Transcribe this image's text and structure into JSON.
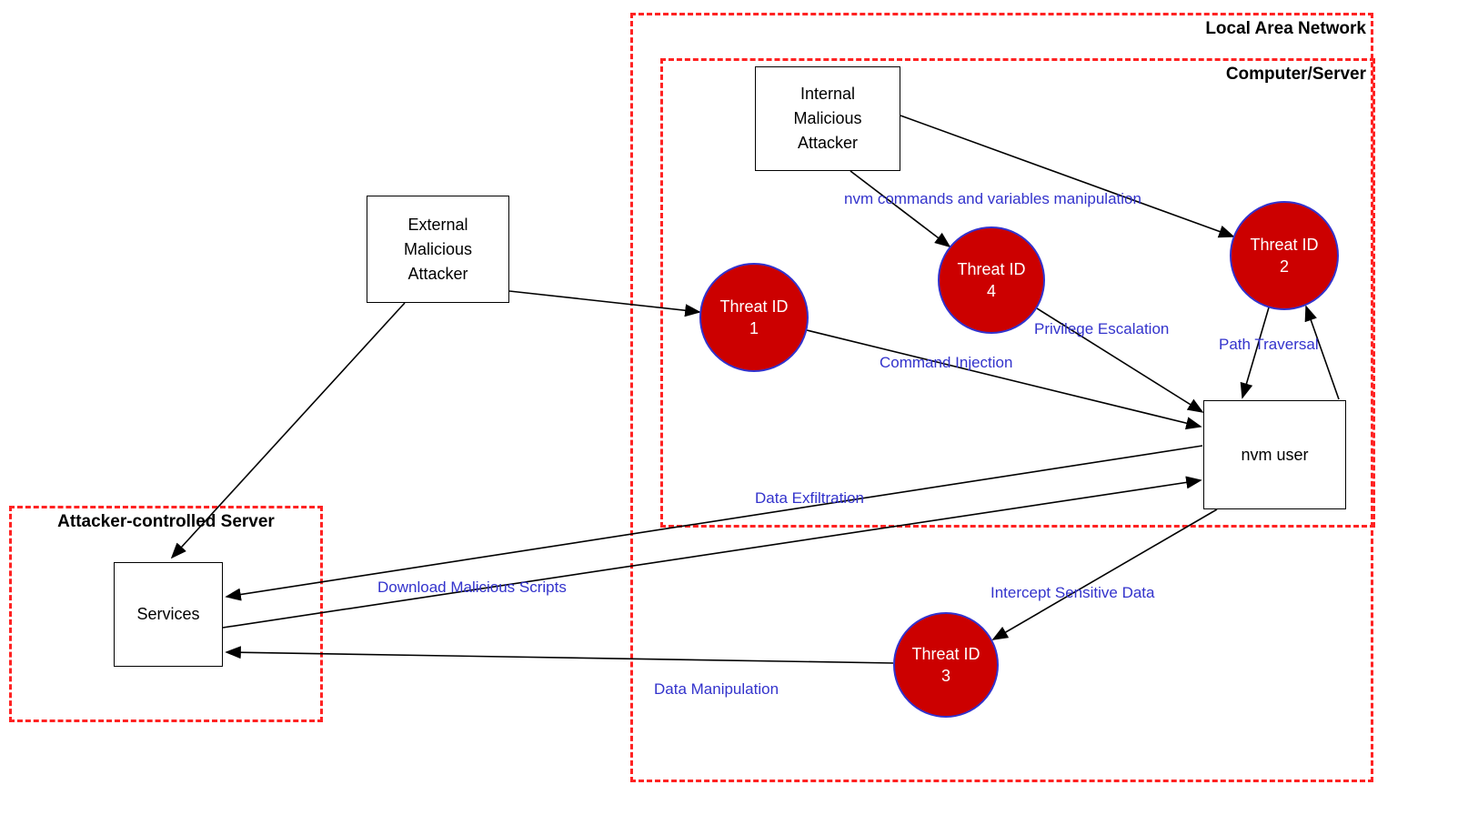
{
  "diagram": {
    "boundaries": {
      "lan": {
        "label": "Local Area Network"
      },
      "computer": {
        "label": "Computer/Server"
      },
      "attacker_server": {
        "label": "Attacker-controlled Server"
      }
    },
    "nodes": {
      "internal_attacker": {
        "line1": "Internal",
        "line2": "Malicious",
        "line3": "Attacker"
      },
      "external_attacker": {
        "line1": "External",
        "line2": "Malicious",
        "line3": "Attacker"
      },
      "nvm_user": {
        "label": "nvm user"
      },
      "services": {
        "label": "Services"
      }
    },
    "threats": {
      "t1": {
        "title": "Threat ID",
        "number": "1"
      },
      "t2": {
        "title": "Threat ID",
        "number": "2"
      },
      "t3": {
        "title": "Threat ID",
        "number": "3"
      },
      "t4": {
        "title": "Threat ID",
        "number": "4"
      }
    },
    "edge_labels": {
      "nvm_commands": {
        "label": "nvm commands and variables manipulation"
      },
      "privilege_escalation": {
        "label": "Privilege Escalation"
      },
      "path_traversal": {
        "label": "Path Traversal"
      },
      "command_injection": {
        "label": "Command Injection"
      },
      "data_exfiltration": {
        "label": "Data Exfiltration"
      },
      "download_scripts": {
        "label": "Download Malicious Scripts"
      },
      "intercept_data": {
        "label": "Intercept Sensitive Data"
      },
      "data_manipulation": {
        "label": "Data Manipulation"
      }
    },
    "colors": {
      "boundary_red": "#ff2222",
      "threat_fill": "#cc0000",
      "threat_border": "#3232cd",
      "edge_label_blue": "#3333cc",
      "line_black": "#000000"
    }
  }
}
